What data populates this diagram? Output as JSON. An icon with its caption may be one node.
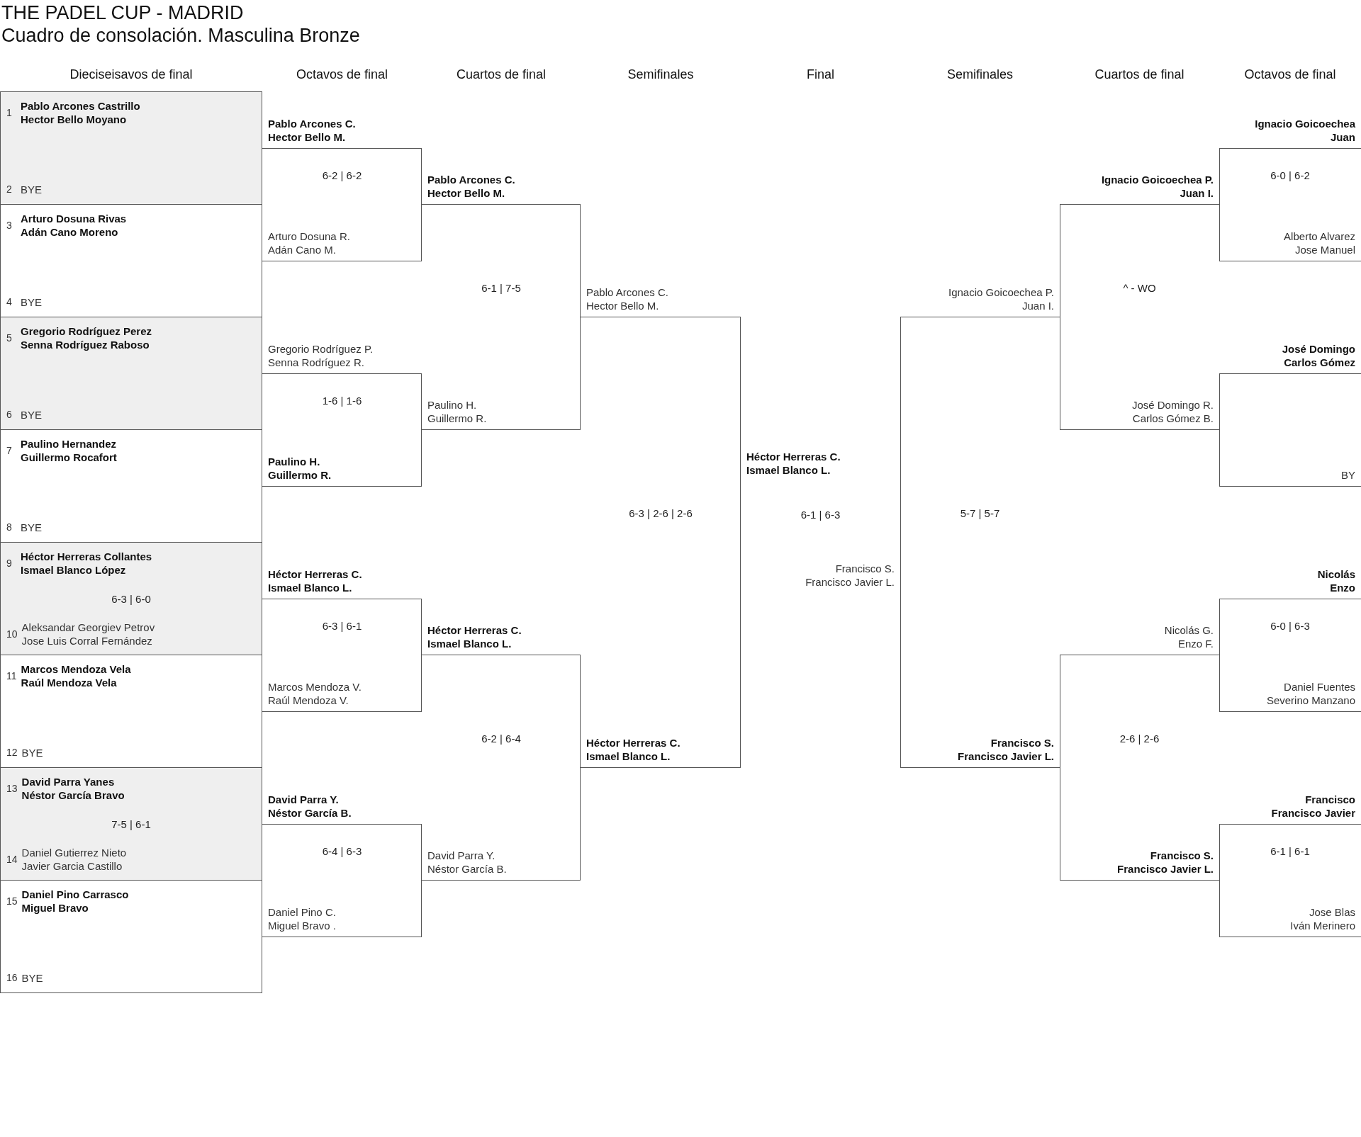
{
  "diagram": {
    "title": "THE PADEL CUP - MADRID",
    "nodes": [
      {
        "text": [
          "1",
          "Pablo Arcones Castrillo",
          "Hector Bello Moyano",
          "2",
          "BYE"
        ]
      },
      {
        "text": [
          "3",
          "Arturo Dosuna Rivas",
          "Adán Cano Moreno",
          "4",
          "BYE"
        ]
      },
      {
        "text": [
          "5",
          "Gregorio Rodríguez Perez",
          "Senna Rodríguez Raboso",
          "6",
          "BYE"
        ]
      },
      {
        "text": [
          "7",
          "Paulino Hernandez",
          "Guillermo Rocafort",
          "8",
          "BYE"
        ]
      },
      {
        "text": [
          "9",
          "Héctor Herreras Collantes",
          "Ismael Blanco López",
          "6-3 | 6-0",
          "10",
          "Aleksandar Georgiev Petrov",
          "Jose Luis Corral Fernández"
        ]
      },
      {
        "text": [
          "11",
          "Marcos Mendoza Vela",
          "Raúl Mendoza Vela",
          "12",
          "BYE"
        ]
      },
      {
        "text": [
          "13",
          "David Parra Yanes",
          "Néstor García Bravo",
          "7-5 | 6-1",
          "14",
          "Daniel Gutierrez Nieto",
          "Javier Garcia Castillo"
        ]
      },
      {
        "text": [
          "15",
          "Daniel Pino Carrasco",
          "Miguel Bravo",
          "16",
          "BYE"
        ]
      },
      {
        "text": [
          "Pablo Arcones C.",
          "Hector Bello M.",
          "6-2 | 6-2",
          "Arturo Dosuna R.",
          "Adán Cano M."
        ]
      },
      {
        "text": [
          "Gregorio Rodríguez P.",
          "Senna Rodríguez R.",
          "1-6 | 1-6",
          "Paulino H.",
          "Guillermo R."
        ]
      },
      {
        "text": [
          "Héctor Herreras C.",
          "Ismael Blanco L.",
          "6-3 | 6-1",
          "Marcos Mendoza V.",
          "Raúl Mendoza V."
        ]
      },
      {
        "text": [
          "David Parra Y.",
          "Néstor García B.",
          "6-4 | 6-3",
          "Daniel Pino C.",
          "Miguel Bravo ."
        ]
      },
      {
        "text": [
          "Pablo Arcones C.",
          "Hector Bello M.",
          "6-1 | 7-5",
          "Paulino H.",
          "Guillermo R."
        ]
      },
      {
        "text": [
          "Héctor Herreras C.",
          "Ismael Blanco L.",
          "6-2 | 6-4",
          "David Parra Y.",
          "Néstor García B."
        ]
      },
      {
        "text": [
          "Pablo Arcones C.",
          "Hector Bello M.",
          "6-3 | 2-6 | 2-6",
          "Héctor Herreras C.",
          "Ismael Blanco L."
        ]
      },
      {
        "text": [
          "Héctor Herreras C.",
          "Ismael Blanco L.",
          "6-1 | 6-3",
          "Francisco S.",
          "Francisco Javier L."
        ]
      },
      {
        "text": [
          "Ignacio Goicoechea P.",
          "Juan I.",
          "5-7 | 5-7",
          "Francisco S.",
          "Francisco Javier L."
        ]
      },
      {
        "text": [
          "Ignacio Goicoechea P.",
          "Juan I.",
          "^ - WO",
          "José Domingo R.",
          "Carlos Gómez B."
        ]
      },
      {
        "text": [
          "Nicolás G.",
          "Enzo F.",
          "2-6 | 2-6",
          "Francisco S.",
          "Francisco Javier L."
        ]
      },
      {
        "text": [
          "Ignacio Goicoechea",
          "Juan",
          "6-0 | 6-2",
          "Alberto Alvarez",
          "Jose Manuel"
        ]
      },
      {
        "text": [
          "José Domingo",
          "Carlos Gómez",
          "BY"
        ]
      },
      {
        "text": [
          "Nicolás",
          "Enzo",
          "6-0 | 6-3",
          "Daniel Fuentes",
          "Severino Manzano"
        ]
      },
      {
        "text": [
          "Francisco",
          "Francisco Javier",
          "6-1 | 6-1",
          "Jose Blas",
          "Iván Merinero"
        ]
      }
    ],
    "labels": [
      "Cuadro de consolación. Masculina Bronze",
      "Dieciseisavos de final",
      "Octavos de final",
      "Cuartos de final",
      "Semifinales",
      "Final",
      "Semifinales",
      "Cuartos de final",
      "Octavos de final"
    ]
  }
}
